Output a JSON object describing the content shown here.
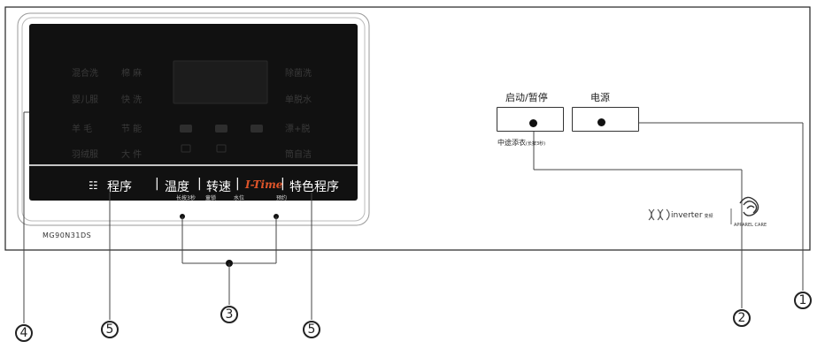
{
  "diagram": {
    "model_label": "MG90N31DS",
    "display_programs": {
      "left_col1": [
        "混合洗",
        "婴儿服",
        "羊 毛",
        "羽绒服"
      ],
      "left_col2": [
        "棉 麻",
        "快 洗",
        "节 能",
        "大 件"
      ],
      "right_col": [
        "除菌洗",
        "单脱水",
        "漂+脱",
        "筒自洁"
      ]
    },
    "control_bar": {
      "program_icon": "grid-icon",
      "program_label": "程序",
      "temp_label": "温度",
      "spin_label": "转速",
      "itime_label": "I-Time",
      "special_label": "特色程序",
      "sub_childlock": "长按3秒",
      "sub_childlock2": "童锁",
      "sub_water": "水位",
      "sub_reserve": "预约"
    },
    "start_pause_label": "启动/暂停",
    "power_label": "电源",
    "midway_add_label": "中途添衣",
    "midway_add_hint": "(长按3秒)",
    "inverter_brand": "inverter",
    "inverter_sub": "变频",
    "apparel_care": "APPAREL CARE",
    "callouts": {
      "c1": "1",
      "c2": "2",
      "c3": "3",
      "c4": "4",
      "c5a": "5",
      "c5b": "5"
    },
    "colors": {
      "display_bg": "#111111",
      "itime_accent": "#e0552a"
    }
  }
}
